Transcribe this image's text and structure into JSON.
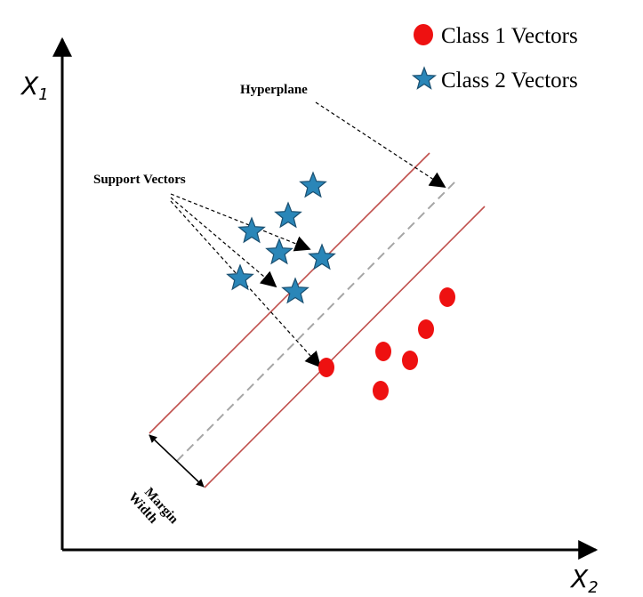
{
  "axes": {
    "y_label": "X",
    "y_sub": "1",
    "x_label": "X",
    "x_sub": "2"
  },
  "annotations": {
    "hyperplane": "Hyperplane",
    "support_vectors": "Support Vectors",
    "margin_line1": "Margin",
    "margin_line2": "Width"
  },
  "legend": {
    "class1": "Class 1 Vectors",
    "class2": "Class 2 Vectors"
  },
  "colors": {
    "class1": "#ee1111",
    "class2": "#2a86b8",
    "class2_stroke": "#1a4f70",
    "margin_line": "#c0504d",
    "hyperplane": "#a6a6a6",
    "axis": "#000000"
  }
}
